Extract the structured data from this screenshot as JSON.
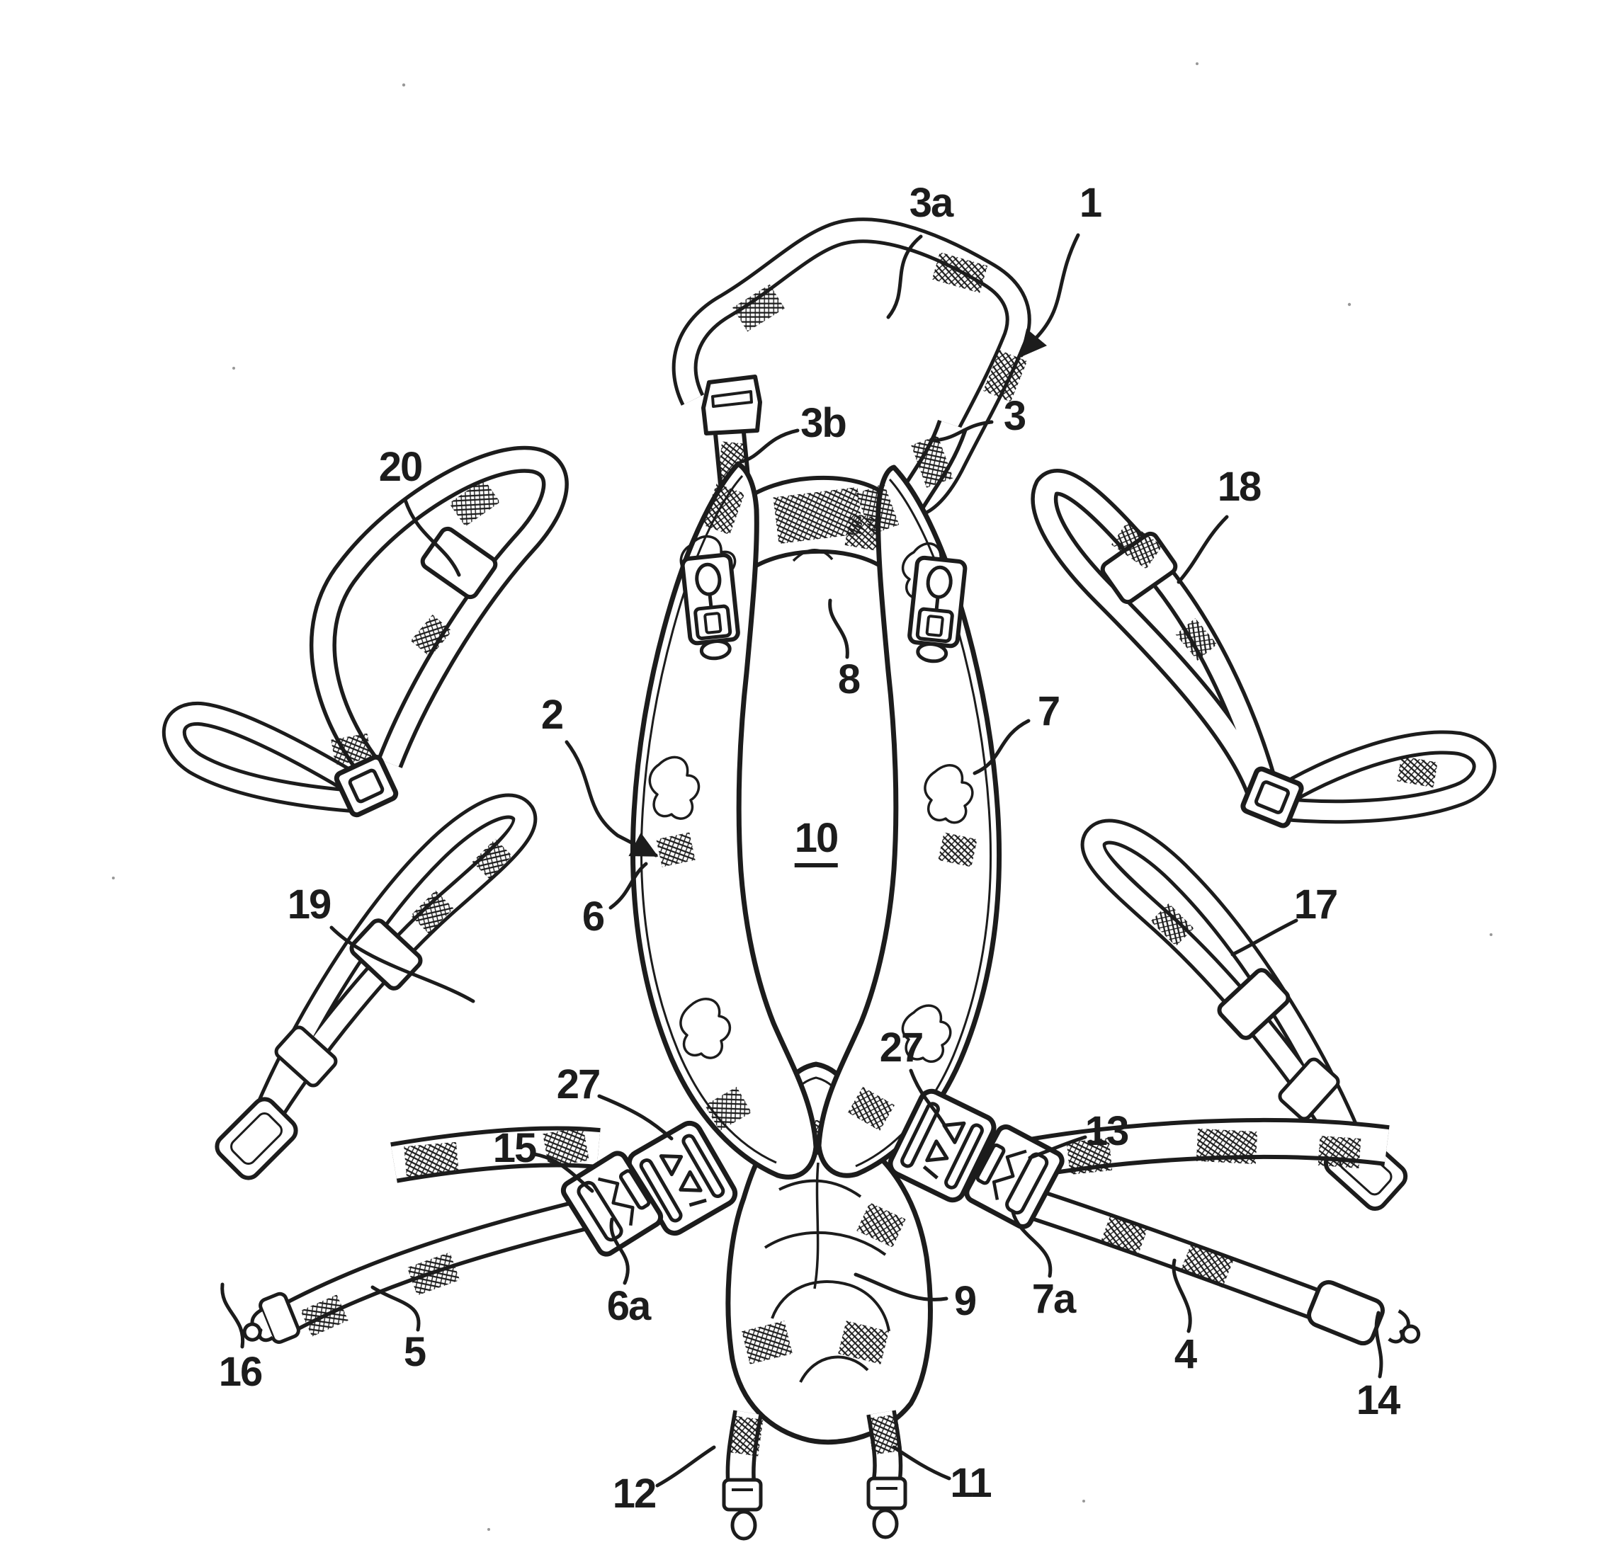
{
  "page": {
    "background_color": "#ffffff",
    "ink_color": "#1c1c1c",
    "figure_kind": "patent-style line drawing of a harness with detachable straps"
  },
  "figure": {
    "reference_labels": [
      {
        "id": "label-1",
        "text": "1",
        "has_arrow": true
      },
      {
        "id": "label-3a",
        "text": "3a"
      },
      {
        "id": "label-3b",
        "text": "3b"
      },
      {
        "id": "label-3",
        "text": "3"
      },
      {
        "id": "label-20",
        "text": "20"
      },
      {
        "id": "label-18",
        "text": "18"
      },
      {
        "id": "label-2",
        "text": "2",
        "has_arrow": true
      },
      {
        "id": "label-8",
        "text": "8"
      },
      {
        "id": "label-7",
        "text": "7"
      },
      {
        "id": "label-10",
        "text": "10",
        "underlined": true
      },
      {
        "id": "label-19",
        "text": "19"
      },
      {
        "id": "label-6",
        "text": "6"
      },
      {
        "id": "label-17",
        "text": "17"
      },
      {
        "id": "label-27-left",
        "text": "27"
      },
      {
        "id": "label-27-right",
        "text": "27"
      },
      {
        "id": "label-15",
        "text": "15"
      },
      {
        "id": "label-13",
        "text": "13"
      },
      {
        "id": "label-6a",
        "text": "6a"
      },
      {
        "id": "label-9",
        "text": "9"
      },
      {
        "id": "label-7a",
        "text": "7a"
      },
      {
        "id": "label-5",
        "text": "5"
      },
      {
        "id": "label-16",
        "text": "16"
      },
      {
        "id": "label-4",
        "text": "4"
      },
      {
        "id": "label-14",
        "text": "14"
      },
      {
        "id": "label-12",
        "text": "12"
      },
      {
        "id": "label-11",
        "text": "11"
      }
    ]
  }
}
